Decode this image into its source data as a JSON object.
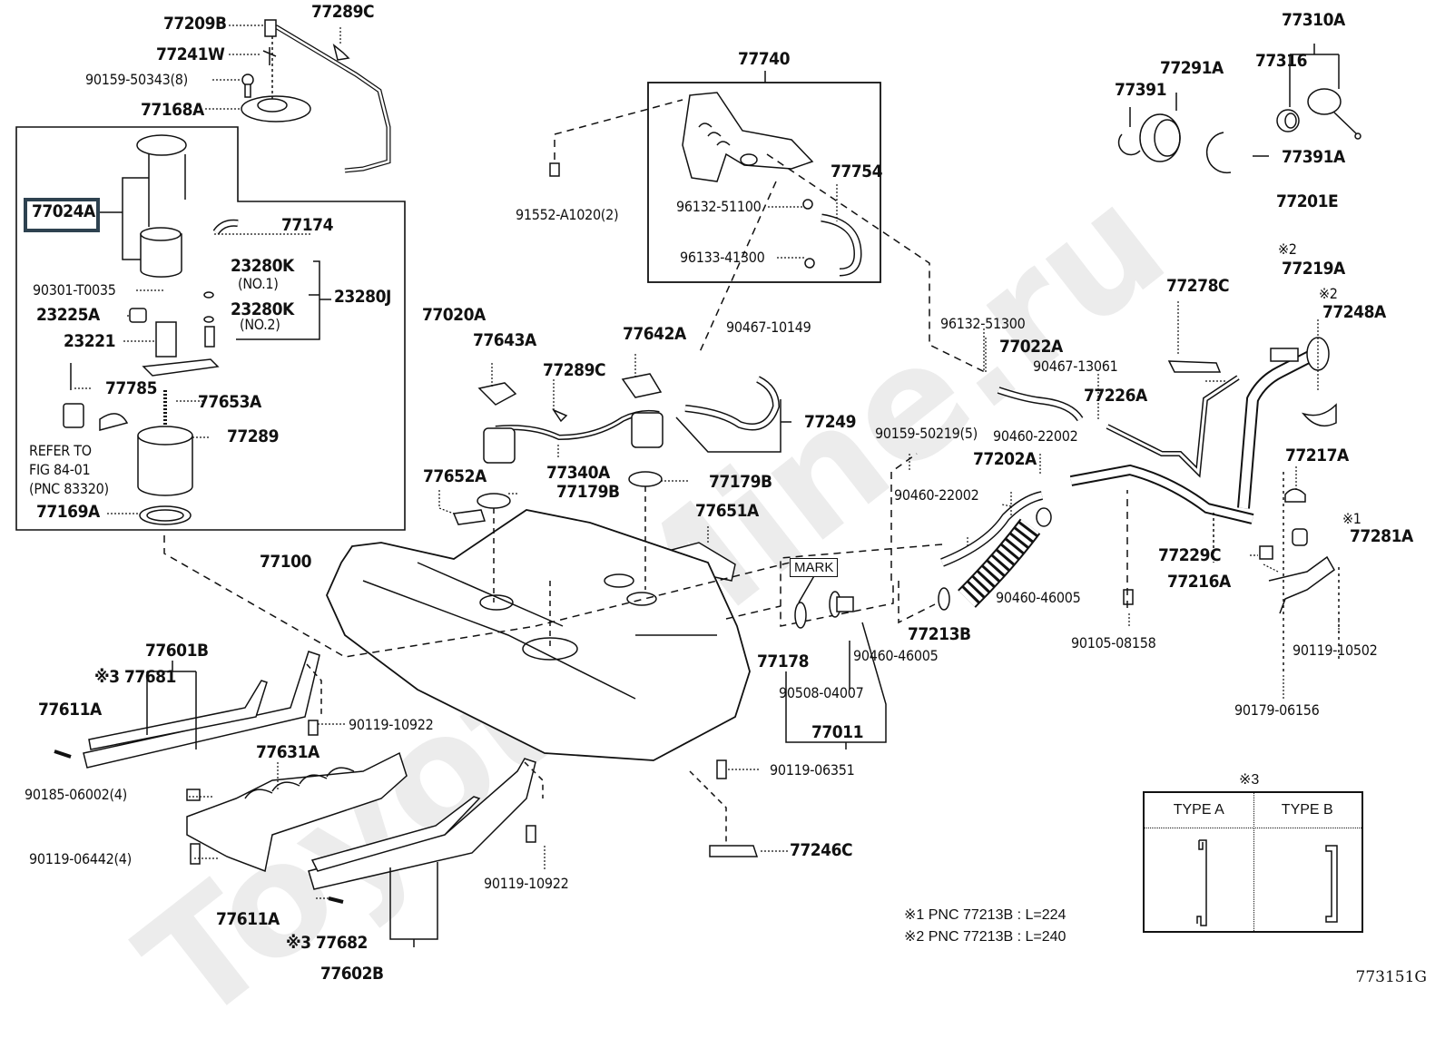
{
  "diagram": {
    "type": "exploded-parts-diagram",
    "subject": "Fuel tank and tube assembly",
    "figure_id": "773151G",
    "watermark": "ToyotaMine.ru",
    "highlighted_part": "77024A",
    "parts": {
      "p77209B": "77209B",
      "p77289C_top": "77289C",
      "p77241W": "77241W",
      "p90159_50343": "90159-50343(8)",
      "p77168A": "77168A",
      "p77024A": "77024A",
      "p77174": "77174",
      "p23280K_1": "23280K",
      "p23280K_1_sub": "(NO.1)",
      "p23280K_2": "23280K",
      "p23280K_2_sub": "(NO.2)",
      "p23280J": "23280J",
      "p90301_T0035": "90301-T0035",
      "p23225A": "23225A",
      "p23221": "23221",
      "p77020A": "77020A",
      "p77785": "77785",
      "p77653A": "77653A",
      "p77289": "77289",
      "refer_1": "REFER TO",
      "refer_2": "FIG 84-01",
      "refer_3": "(PNC 83320)",
      "p77169A": "77169A",
      "p77740": "77740",
      "p91552_A1020": "91552-A1020(2)",
      "p96132_51100": "96132-51100",
      "p96133_41300": "96133-41300",
      "p77754": "77754",
      "p77310A": "77310A",
      "p77316": "77316",
      "p77291A": "77291A",
      "p77391": "77391",
      "p77391A": "77391A",
      "p77201E": "77201E",
      "p77219A_note": "※2",
      "p77219A": "77219A",
      "p77248A_note": "※2",
      "p77248A": "77248A",
      "p77278C": "77278C",
      "p96132_51300": "96132-51300",
      "p77022A": "77022A",
      "p90467_13061": "90467-13061",
      "p77226A": "77226A",
      "p77643A": "77643A",
      "p77642A": "77642A",
      "p77289C_mid": "77289C",
      "p90467_10149": "90467-10149",
      "p77249": "77249",
      "p77340A": "77340A",
      "p77179B_a": "77179B",
      "p77179B_b": "77179B",
      "p77652A": "77652A",
      "p77651A": "77651A",
      "p90159_50219": "90159-50219(5)",
      "p90460_22002_a": "90460-22002",
      "p90460_22002_b": "90460-22002",
      "p77202A": "77202A",
      "p77217A": "77217A",
      "p77281A_note": "※1",
      "p77281A": "77281A",
      "p77229C": "77229C",
      "p77216A": "77216A",
      "p77100": "77100",
      "mark": "MARK",
      "p77178": "77178",
      "p90508_04007": "90508-04007",
      "p77011": "77011",
      "p90460_46005_a": "90460-46005",
      "p90460_46005_b": "90460-46005",
      "p77213B": "77213B",
      "p90105_08158": "90105-08158",
      "p90119_10502": "90119-10502",
      "p90179_06156": "90179-06156",
      "p77601B": "77601B",
      "p77681": "※3 77681",
      "p77611A_a": "77611A",
      "p90119_10922_a": "90119-10922",
      "p77631A": "77631A",
      "p90185_06002": "90185-06002(4)",
      "p90119_06442": "90119-06442(4)",
      "p90119_06351": "90119-06351",
      "p77246C": "77246C",
      "p90119_10922_b": "90119-10922",
      "p77611A_b": "77611A",
      "p77682": "※3 77682",
      "p77602B": "77602B"
    },
    "notes": {
      "note1": "※1 PNC 77213B : L=224",
      "note2": "※2 PNC 77213B : L=240"
    },
    "type_table": {
      "caption": "※3",
      "col_a": "TYPE A",
      "col_b": "TYPE B"
    }
  }
}
